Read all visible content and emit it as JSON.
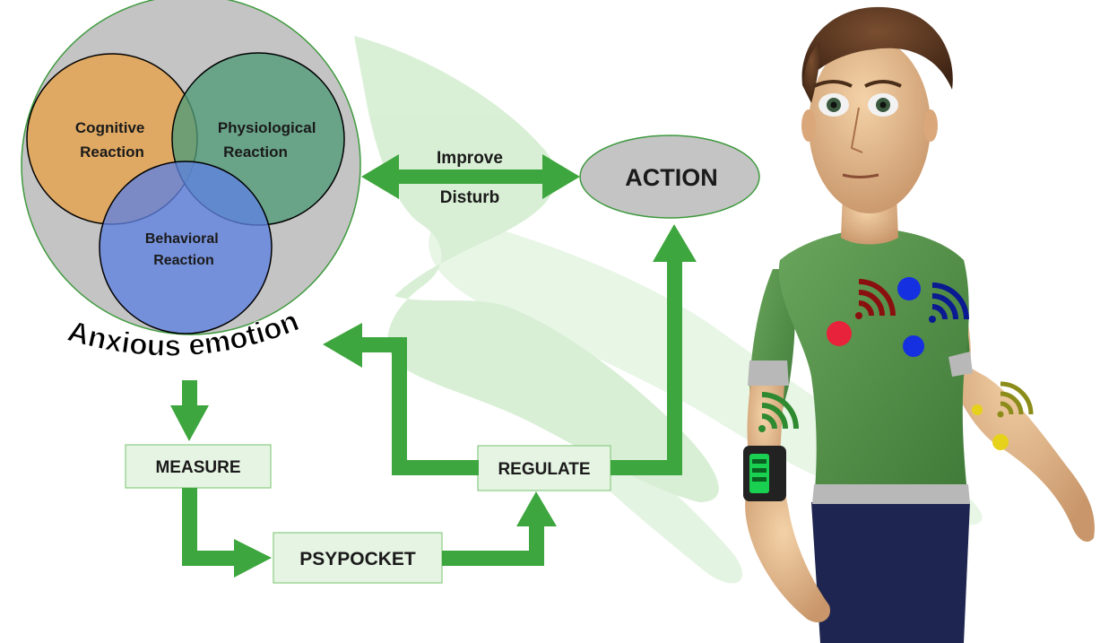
{
  "diagram": {
    "emotion": {
      "title": "Anxious emotion",
      "cognitive": [
        "Cognitive",
        "Reaction"
      ],
      "physiological": [
        "Physiological",
        "Reaction"
      ],
      "behavioral": [
        "Behavioral",
        "Reaction"
      ]
    },
    "action": "ACTION",
    "arrow_top": "Improve",
    "arrow_bottom": "Disturb",
    "boxes": {
      "measure": "MEASURE",
      "psypocket": "PSYPOCKET",
      "regulate": "REGULATE"
    }
  },
  "colors": {
    "outer_circle": "#c4c4c4",
    "cognitive": "#e0a85e",
    "physiological": "#5e9e80",
    "behavioral": "#6f8ee0",
    "arrow": "#3ea63e",
    "box_fill": "#e6f4e3",
    "sensor_red": "#e8223a",
    "sensor_blue": "#1530e0",
    "sensor_yellow": "#e6d21a",
    "signal_darkred": "#8a1010",
    "signal_darkblue": "#0a1a90",
    "signal_green": "#2f8a2f",
    "signal_olive": "#8c8c1a"
  },
  "icons": [
    "wifi-signal-icon",
    "smartwatch-icon",
    "sensor-dot-icon"
  ]
}
